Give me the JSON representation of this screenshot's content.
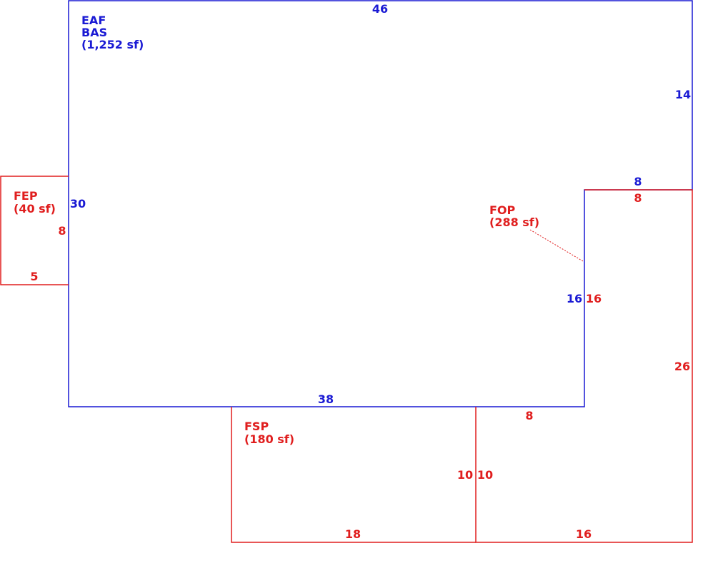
{
  "colors": {
    "main": "#1a1ad4",
    "addition": "#e01e1e"
  },
  "main_area": {
    "name_line1": "EAF",
    "name_line2": "BAS",
    "area": "(1,252 sf)",
    "dims": {
      "top": "46",
      "right_upper": "14",
      "notch_top": "8",
      "notch_side": "16",
      "bottom": "38",
      "left": "30"
    }
  },
  "fep": {
    "name": "FEP",
    "area": "(40 sf)",
    "dims": {
      "side": "8",
      "bottom": "5"
    }
  },
  "fop": {
    "name": "FOP",
    "area": "(288 sf)",
    "dims": {
      "top": "8",
      "left": "16",
      "right": "26",
      "bottom_notch": "8",
      "bottom": "16",
      "inner": "10"
    }
  },
  "fsp": {
    "name": "FSP",
    "area": "(180 sf)",
    "dims": {
      "right": "10",
      "bottom": "18"
    }
  }
}
